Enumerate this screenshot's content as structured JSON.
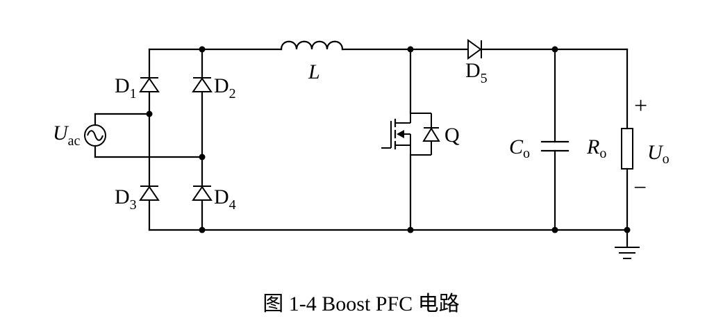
{
  "caption": "图 1-4 Boost PFC 电路",
  "labels": {
    "d1": {
      "main": "D",
      "sub": "1"
    },
    "d2": {
      "main": "D",
      "sub": "2"
    },
    "d3": {
      "main": "D",
      "sub": "3"
    },
    "d4": {
      "main": "D",
      "sub": "4"
    },
    "d5": {
      "main": "D",
      "sub": "5"
    },
    "inductor": "L",
    "switch": "Q",
    "capacitor": {
      "main": "C",
      "sub": "o"
    },
    "resistor": {
      "main": "R",
      "sub": "o"
    },
    "source": {
      "main": "U",
      "sub": "ac"
    },
    "output": {
      "main": "U",
      "sub": "o"
    },
    "plus": "+",
    "minus": "−"
  }
}
